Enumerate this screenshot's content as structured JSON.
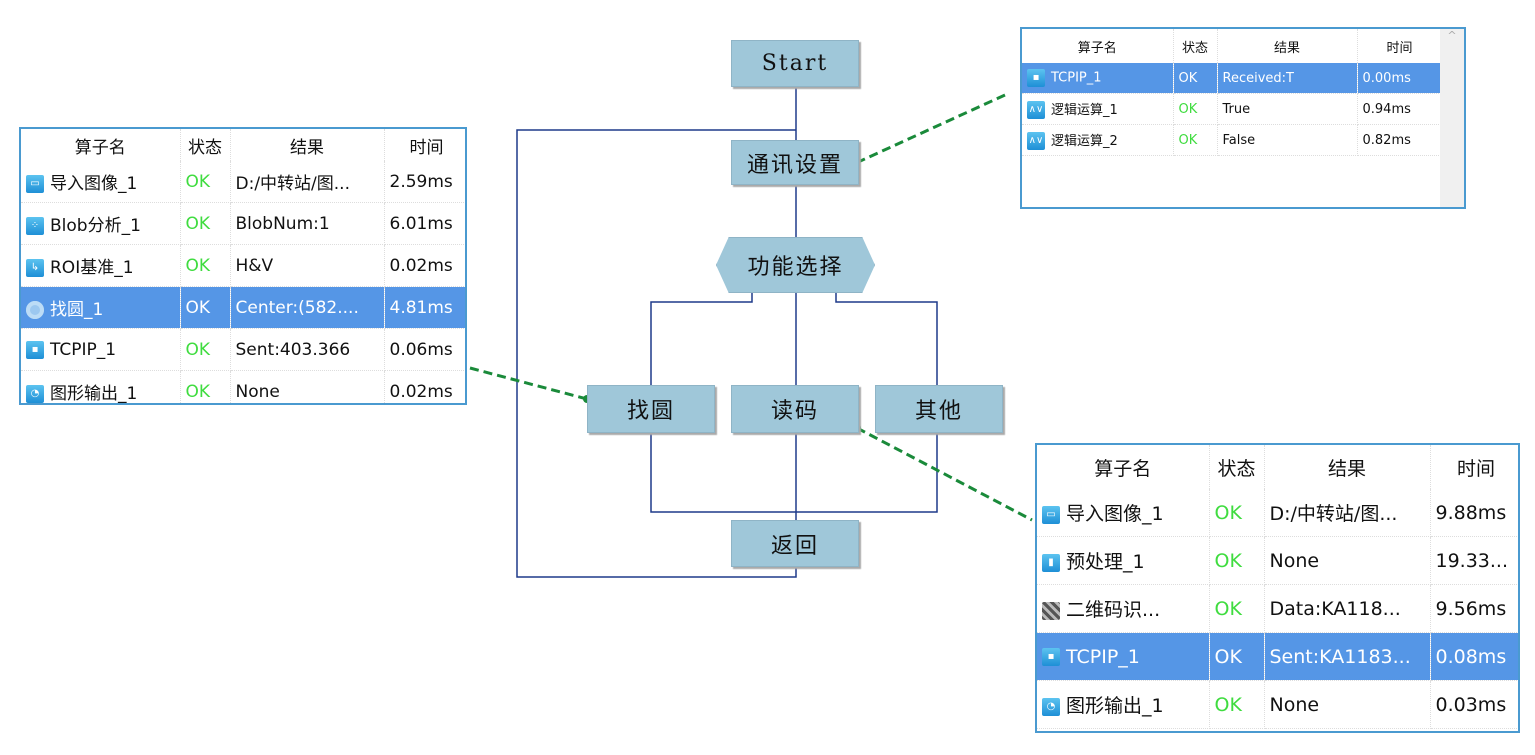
{
  "flow": {
    "start": "Start",
    "comm": "通讯设置",
    "select": "功能选择",
    "find_circle": "找圆",
    "read_code": "读码",
    "other": "其他",
    "return": "返回"
  },
  "headers": [
    "算子名",
    "状态",
    "结果",
    "时间"
  ],
  "colors": {
    "node": "#9fc7d9",
    "line": "#1f3a8a",
    "connector": "#1a8a3a",
    "selected": "#5596e6",
    "ok": "#3fdc3f"
  },
  "table_left": {
    "rows": [
      {
        "icon": "folder-icon",
        "name": "导入图像_1",
        "status": "OK",
        "result": "D:/中转站/图...",
        "time": "2.59ms"
      },
      {
        "icon": "blob-icon",
        "name": "Blob分析_1",
        "status": "OK",
        "result": "BlobNum:1",
        "time": "6.01ms"
      },
      {
        "icon": "roi-icon",
        "name": "ROI基准_1",
        "status": "OK",
        "result": "H&V",
        "time": "0.02ms"
      },
      {
        "icon": "circle-icon",
        "name": "找圆_1",
        "status": "OK",
        "result": "Center:(582....",
        "time": "4.81ms",
        "selected": true
      },
      {
        "icon": "network-icon",
        "name": "TCPIP_1",
        "status": "OK",
        "result": "Sent:403.366",
        "time": "0.06ms"
      },
      {
        "icon": "graphic-output-icon",
        "name": "图形输出_1",
        "status": "OK",
        "result": "None",
        "time": "0.02ms"
      }
    ]
  },
  "table_top": {
    "rows": [
      {
        "icon": "network-icon",
        "name": "TCPIP_1",
        "status": "OK",
        "result": "Received:T",
        "time": "0.00ms",
        "selected": true
      },
      {
        "icon": "logic-icon",
        "name": "逻辑运算_1",
        "status": "OK",
        "result": "True",
        "time": "0.94ms"
      },
      {
        "icon": "logic-icon",
        "name": "逻辑运算_2",
        "status": "OK",
        "result": "False",
        "time": "0.82ms"
      }
    ]
  },
  "table_bottom": {
    "rows": [
      {
        "icon": "folder-icon",
        "name": "导入图像_1",
        "status": "OK",
        "result": "D:/中转站/图...",
        "time": "9.88ms"
      },
      {
        "icon": "preprocess-icon",
        "name": "预处理_1",
        "status": "OK",
        "result": "None",
        "time": "19.33..."
      },
      {
        "icon": "qrcode-icon",
        "name": "二维码识...",
        "status": "OK",
        "result": "Data:KA118...",
        "time": "9.56ms"
      },
      {
        "icon": "network-icon",
        "name": "TCPIP_1",
        "status": "OK",
        "result": "Sent:KA1183...",
        "time": "0.08ms",
        "selected": true
      },
      {
        "icon": "graphic-output-icon",
        "name": "图形输出_1",
        "status": "OK",
        "result": "None",
        "time": "0.03ms"
      }
    ]
  }
}
